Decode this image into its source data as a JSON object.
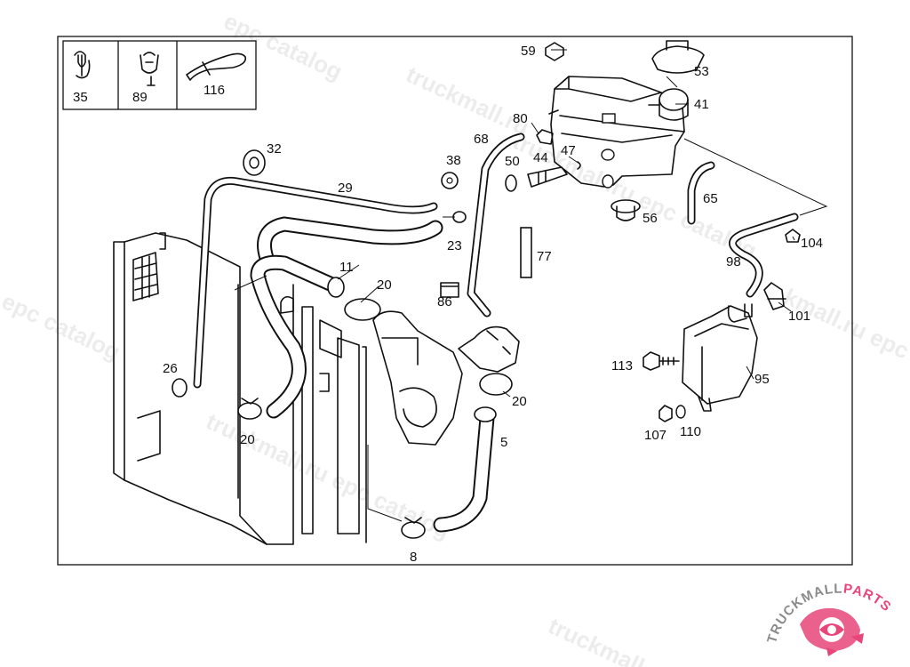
{
  "legend_parts": [
    {
      "number": "35",
      "icon": "hose-clip-icon"
    },
    {
      "number": "89",
      "icon": "double-clip-icon"
    },
    {
      "number": "116",
      "icon": "cable-tie-icon"
    }
  ],
  "callouts": {
    "n59": "59",
    "n53": "53",
    "n41": "41",
    "n80": "80",
    "n68": "68",
    "n50": "50",
    "n44": "44",
    "n47": "47",
    "n38": "38",
    "n32": "32",
    "n29": "29",
    "n23": "23",
    "n56": "56",
    "n65": "65",
    "n104": "104",
    "n77": "77",
    "n98": "98",
    "n11": "11",
    "n20a": "20",
    "n86": "86",
    "n101": "101",
    "n26": "26",
    "n113": "113",
    "n95": "95",
    "n20b": "20",
    "n20c": "20",
    "n5": "5",
    "n107": "107",
    "n110": "110",
    "n8": "8"
  },
  "watermarks": [
    "epc catalog",
    "truckmall.ru",
    "truckmall.ru epc catalog",
    "epc catalog",
    "truckmall.ru epc catalog",
    "truckmall.ru",
    "kmall.ru epc"
  ],
  "logo": {
    "text_primary": "TRUCKMALL",
    "text_secondary": "PARTS",
    "color_primary": "#8a8a8a",
    "color_accent": "#e8457a"
  }
}
